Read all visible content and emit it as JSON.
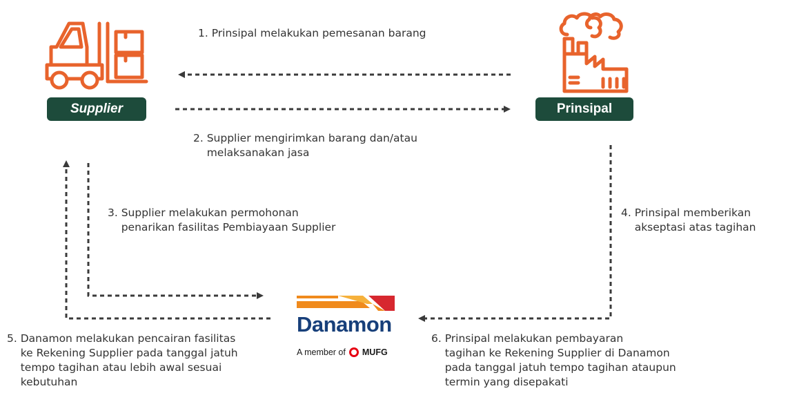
{
  "nodes": {
    "supplier": {
      "label": "Supplier",
      "icon": "forklift-icon"
    },
    "prinsipal": {
      "label": "Prinsipal",
      "icon": "factory-icon"
    },
    "danamon": {
      "name": "Danamon",
      "tagline_prefix": "A member of",
      "tagline_brand": "MUFG"
    }
  },
  "steps": [
    {
      "lines": [
        "1. Prinsipal melakukan pemesanan barang"
      ]
    },
    {
      "lines": [
        "2. Supplier mengirimkan barang dan/atau",
        "    melaksanakan jasa"
      ]
    },
    {
      "lines": [
        "3. Supplier melakukan permohonan",
        "    penarikan fasilitas Pembiayaan Supplier"
      ]
    },
    {
      "lines": [
        "4. Prinsipal memberikan",
        "    akseptasi atas tagihan"
      ]
    },
    {
      "lines": [
        "5. Danamon melakukan pencairan fasilitas",
        "    ke Rekening Supplier pada tanggal jatuh",
        "    tempo tagihan atau lebih awal sesuai",
        "    kebutuhan"
      ]
    },
    {
      "lines": [
        "6. Prinsipal melakukan pembayaran",
        "    tagihan ke Rekening Supplier di Danamon",
        "    pada tanggal jatuh tempo tagihan ataupun",
        "    termin yang disepakati"
      ]
    }
  ],
  "colors": {
    "icon_orange": "#e8632c",
    "label_green": "#1d4b3b",
    "arrow_dark": "#3a3a3a",
    "danamon_navy": "#173f7a",
    "danamon_orange": "#f08a1c",
    "danamon_red": "#d7282f",
    "mufg_red": "#e60012"
  }
}
